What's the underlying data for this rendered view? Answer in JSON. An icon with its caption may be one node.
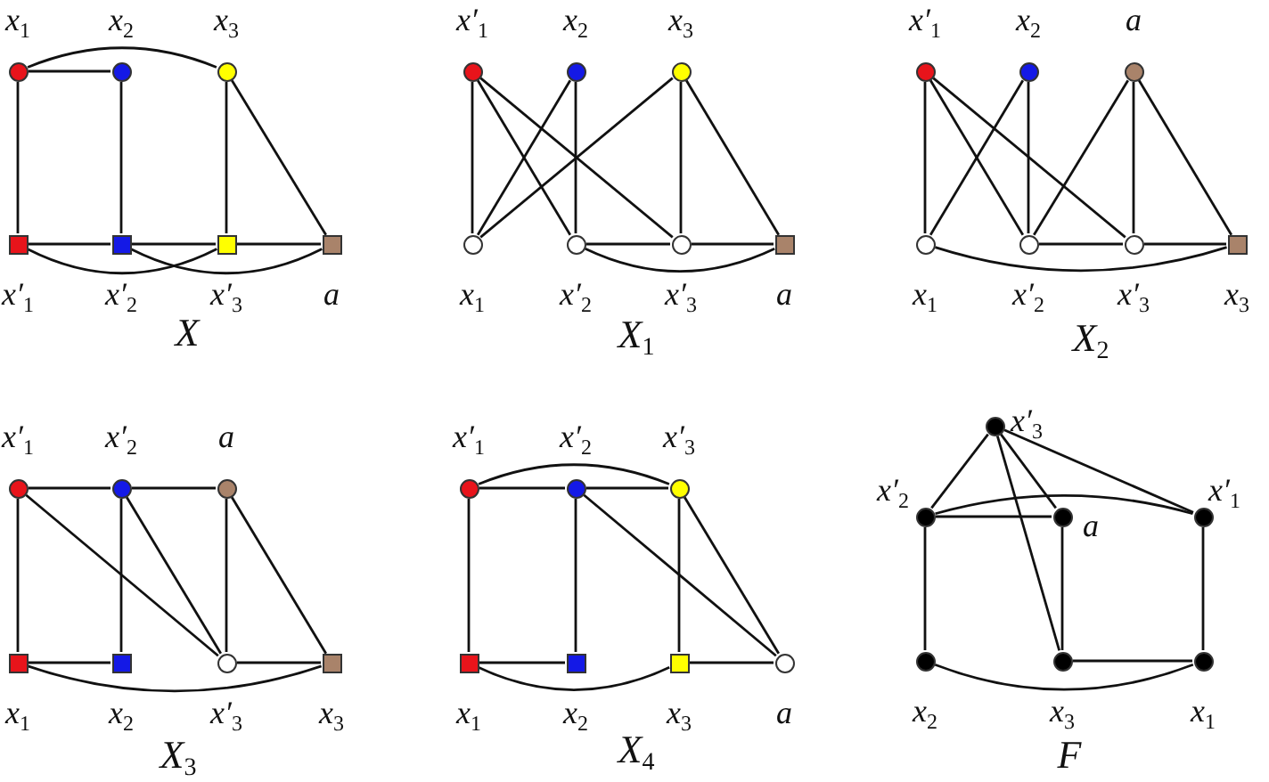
{
  "diagram": {
    "nodes": [
      {
        "text": [],
        "shape": "circle",
        "beside": [
          "x$_{1}$"
        ]
      },
      {
        "text": [],
        "shape": "circle",
        "beside": [
          "x$_{2}$"
        ]
      },
      {
        "text": [],
        "shape": "circle",
        "beside": [
          "x$_{3}$"
        ]
      },
      {
        "text": [],
        "shape": "box",
        "beside": [
          "x′$_{1}$"
        ]
      },
      {
        "text": [],
        "shape": "box",
        "beside": [
          "x′$_{2}$"
        ]
      },
      {
        "text": [],
        "shape": "box",
        "beside": [
          "x′$_{3}$"
        ]
      },
      {
        "text": [],
        "shape": "box",
        "beside": [
          "a"
        ]
      },
      {
        "text": [],
        "shape": "circle",
        "beside": [
          "x′$_{1}$"
        ]
      },
      {
        "text": [],
        "shape": "circle",
        "beside": [
          "x$_{2}$"
        ]
      },
      {
        "text": [],
        "shape": "circle",
        "beside": [
          "x$_{3}$"
        ]
      },
      {
        "text": [],
        "shape": "circle",
        "beside": [
          "x$_{1}$"
        ]
      },
      {
        "text": [],
        "shape": "circle",
        "beside": [
          "x′$_{2}$"
        ]
      },
      {
        "text": [],
        "shape": "circle",
        "beside": [
          "x′$_{3}$"
        ]
      },
      {
        "text": [],
        "shape": "box",
        "beside": [
          "a"
        ]
      },
      {
        "text": [],
        "shape": "circle",
        "beside": [
          "x′$_{1}$"
        ]
      },
      {
        "text": [],
        "shape": "circle",
        "beside": [
          "x$_{2}$"
        ]
      },
      {
        "text": [],
        "shape": "circle",
        "beside": [
          "a"
        ]
      },
      {
        "text": [],
        "shape": "circle",
        "beside": [
          "x$_{1}$"
        ]
      },
      {
        "text": [],
        "shape": "circle",
        "beside": [
          "x′$_{2}$"
        ]
      },
      {
        "text": [],
        "shape": "circle",
        "beside": [
          "x′$_{3}$"
        ]
      },
      {
        "text": [],
        "shape": "box",
        "beside": [
          "x$_{3}$"
        ]
      },
      {
        "text": [],
        "shape": "circle",
        "beside": [
          "x′$_{1}$"
        ]
      },
      {
        "text": [],
        "shape": "circle",
        "beside": [
          "x′$_{2}$"
        ]
      },
      {
        "text": [],
        "shape": "circle",
        "beside": [
          "a"
        ]
      },
      {
        "text": [],
        "shape": "box",
        "beside": [
          "x$_{1}$"
        ]
      },
      {
        "text": [],
        "shape": "box",
        "beside": [
          "x$_{2}$"
        ]
      },
      {
        "text": [],
        "shape": "circle",
        "beside": [
          "x′$_{3}$"
        ]
      },
      {
        "text": [],
        "shape": "box",
        "beside": [
          "x$_{3}$"
        ]
      },
      {
        "text": [],
        "shape": "circle",
        "beside": [
          "x′$_{1}$"
        ]
      },
      {
        "text": [],
        "shape": "circle",
        "beside": [
          "x′$_{2}$"
        ]
      },
      {
        "text": [],
        "shape": "circle",
        "beside": [
          "x′$_{3}$"
        ]
      },
      {
        "text": [],
        "shape": "box",
        "beside": [
          "x$_{1}$"
        ]
      },
      {
        "text": [],
        "shape": "box",
        "beside": [
          "x$_{2}$"
        ]
      },
      {
        "text": [],
        "shape": "box",
        "beside": [
          "x$_{3}$"
        ]
      },
      {
        "text": [],
        "shape": "circle",
        "beside": [
          "a"
        ]
      },
      {
        "text": [],
        "shape": "circle",
        "beside": [
          "x′$_{3}$"
        ]
      },
      {
        "text": [],
        "shape": "circle",
        "beside": [
          "x′$_{2}$"
        ]
      },
      {
        "text": [],
        "shape": "circle",
        "beside": [
          "a"
        ]
      },
      {
        "text": [],
        "shape": "circle",
        "beside": [
          "x′$_{1}$"
        ]
      },
      {
        "text": [],
        "shape": "circle",
        "beside": [
          "x$_{2}$"
        ]
      },
      {
        "text": [],
        "shape": "circle",
        "beside": [
          "x$_{3}$"
        ]
      },
      {
        "text": [],
        "shape": "circle",
        "beside": [
          "x$_{1}$"
        ]
      }
    ],
    "edges": [
      {
        "from": 0,
        "to": 1,
        "arrow": "none"
      },
      {
        "from": 0,
        "to": 2,
        "arrow": "none"
      },
      {
        "from": 0,
        "to": 3,
        "arrow": "none"
      },
      {
        "from": 1,
        "to": 4,
        "arrow": "none"
      },
      {
        "from": 2,
        "to": 5,
        "arrow": "none"
      },
      {
        "from": 2,
        "to": 6,
        "arrow": "none"
      },
      {
        "from": 3,
        "to": 4,
        "arrow": "none"
      },
      {
        "from": 4,
        "to": 5,
        "arrow": "none"
      },
      {
        "from": 5,
        "to": 6,
        "arrow": "none"
      },
      {
        "from": 3,
        "to": 5,
        "arrow": "none"
      },
      {
        "from": 4,
        "to": 6,
        "arrow": "none"
      },
      {
        "from": 7,
        "to": 10,
        "arrow": "none"
      },
      {
        "from": 7,
        "to": 11,
        "arrow": "none"
      },
      {
        "from": 7,
        "to": 12,
        "arrow": "none"
      },
      {
        "from": 8,
        "to": 10,
        "arrow": "none"
      },
      {
        "from": 8,
        "to": 11,
        "arrow": "none"
      },
      {
        "from": 9,
        "to": 10,
        "arrow": "none"
      },
      {
        "from": 9,
        "to": 12,
        "arrow": "none"
      },
      {
        "from": 9,
        "to": 13,
        "arrow": "none"
      },
      {
        "from": 11,
        "to": 12,
        "arrow": "none"
      },
      {
        "from": 12,
        "to": 13,
        "arrow": "none"
      },
      {
        "from": 11,
        "to": 13,
        "arrow": "none"
      },
      {
        "from": 14,
        "to": 17,
        "arrow": "none"
      },
      {
        "from": 14,
        "to": 18,
        "arrow": "none"
      },
      {
        "from": 14,
        "to": 19,
        "arrow": "none"
      },
      {
        "from": 15,
        "to": 17,
        "arrow": "none"
      },
      {
        "from": 15,
        "to": 18,
        "arrow": "none"
      },
      {
        "from": 16,
        "to": 18,
        "arrow": "none"
      },
      {
        "from": 16,
        "to": 19,
        "arrow": "none"
      },
      {
        "from": 16,
        "to": 20,
        "arrow": "none"
      },
      {
        "from": 18,
        "to": 19,
        "arrow": "none"
      },
      {
        "from": 19,
        "to": 20,
        "arrow": "none"
      },
      {
        "from": 17,
        "to": 20,
        "arrow": "none"
      },
      {
        "from": 21,
        "to": 22,
        "arrow": "none"
      },
      {
        "from": 22,
        "to": 23,
        "arrow": "none"
      },
      {
        "from": 21,
        "to": 24,
        "arrow": "none"
      },
      {
        "from": 21,
        "to": 26,
        "arrow": "none"
      },
      {
        "from": 22,
        "to": 25,
        "arrow": "none"
      },
      {
        "from": 22,
        "to": 26,
        "arrow": "none"
      },
      {
        "from": 23,
        "to": 26,
        "arrow": "none"
      },
      {
        "from": 23,
        "to": 27,
        "arrow": "none"
      },
      {
        "from": 24,
        "to": 25,
        "arrow": "none"
      },
      {
        "from": 26,
        "to": 27,
        "arrow": "none"
      },
      {
        "from": 24,
        "to": 27,
        "arrow": "none"
      },
      {
        "from": 28,
        "to": 29,
        "arrow": "none"
      },
      {
        "from": 29,
        "to": 30,
        "arrow": "none"
      },
      {
        "from": 28,
        "to": 30,
        "arrow": "none"
      },
      {
        "from": 28,
        "to": 31,
        "arrow": "none"
      },
      {
        "from": 29,
        "to": 32,
        "arrow": "none"
      },
      {
        "from": 29,
        "to": 34,
        "arrow": "none"
      },
      {
        "from": 30,
        "to": 33,
        "arrow": "none"
      },
      {
        "from": 30,
        "to": 34,
        "arrow": "none"
      },
      {
        "from": 31,
        "to": 32,
        "arrow": "none"
      },
      {
        "from": 33,
        "to": 34,
        "arrow": "none"
      },
      {
        "from": 31,
        "to": 33,
        "arrow": "none"
      },
      {
        "from": 35,
        "to": 36,
        "arrow": "none"
      },
      {
        "from": 35,
        "to": 37,
        "arrow": "none"
      },
      {
        "from": 35,
        "to": 40,
        "arrow": "none"
      },
      {
        "from": 35,
        "to": 38,
        "arrow": "none"
      },
      {
        "from": 36,
        "to": 37,
        "arrow": "none"
      },
      {
        "from": 36,
        "to": 38,
        "arrow": "none"
      },
      {
        "from": 36,
        "to": 39,
        "arrow": "none"
      },
      {
        "from": 37,
        "to": 40,
        "arrow": "none"
      },
      {
        "from": 38,
        "to": 41,
        "arrow": "none"
      },
      {
        "from": 40,
        "to": 41,
        "arrow": "none"
      },
      {
        "from": 39,
        "to": 41,
        "arrow": "none"
      }
    ],
    "labels": [
      "X",
      "X$_{1}$",
      "X$_{2}$",
      "X$_{3}$",
      "X$_{4}$",
      "F"
    ]
  }
}
